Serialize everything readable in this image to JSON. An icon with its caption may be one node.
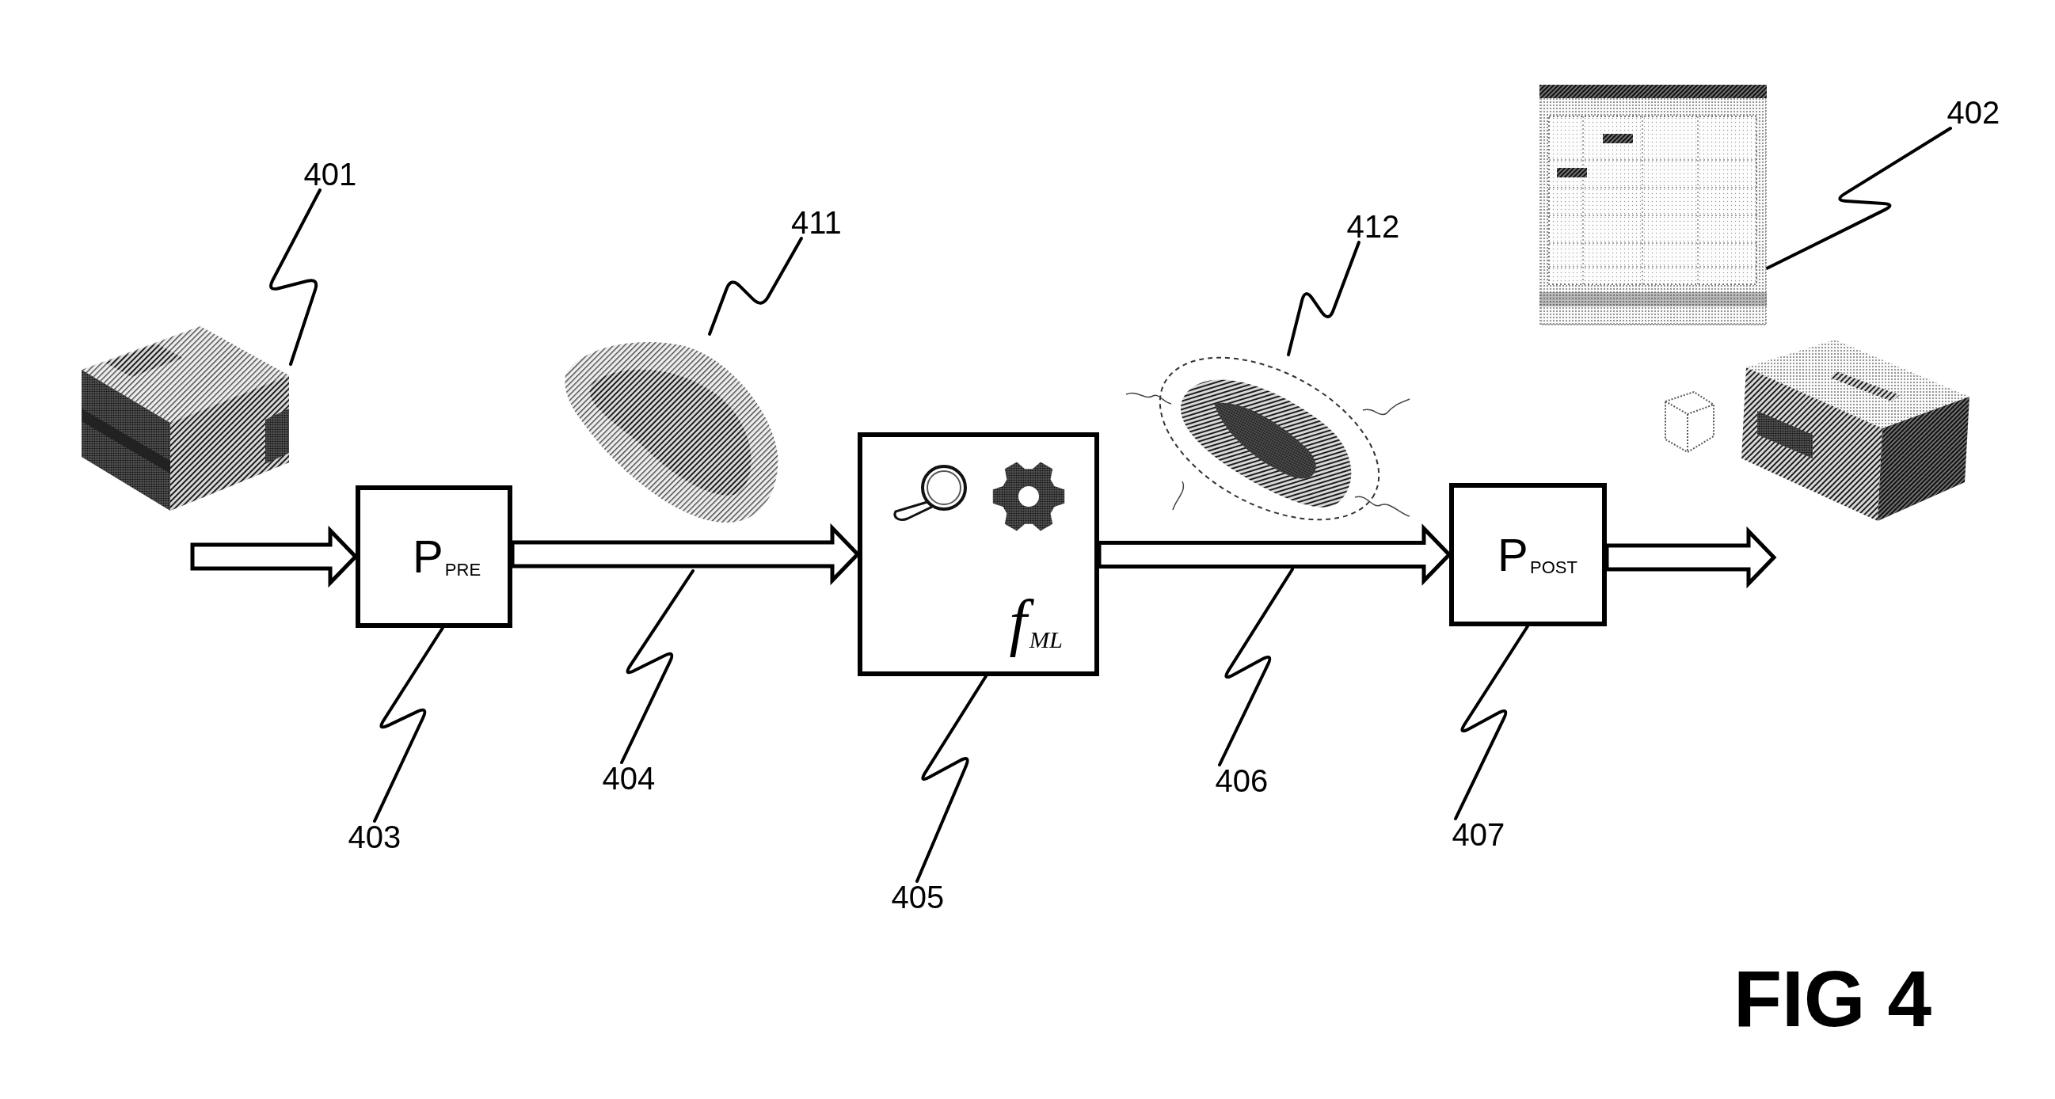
{
  "diagram": {
    "caption": "FIG 4",
    "nodes": [
      {
        "text": [
          "P$_{PRE}$"
        ]
      },
      {
        "text": [
          "f$_{ML}$"
        ]
      },
      {
        "text": [
          "P$_{POST}$"
        ]
      },
      {
        "text": [],
        "shape": "picture"
      },
      {
        "text": [],
        "shape": "picture"
      },
      {
        "text": [],
        "shape": "picture"
      },
      {
        "text": [],
        "shape": "picture"
      },
      {
        "text": [
          "401"
        ]
      },
      {
        "text": [
          "411"
        ]
      },
      {
        "text": [
          "412"
        ]
      },
      {
        "text": [
          "402"
        ]
      },
      {
        "text": [
          "403"
        ]
      },
      {
        "text": [
          "404"
        ]
      },
      {
        "text": [
          "405"
        ]
      },
      {
        "text": [
          "406"
        ]
      },
      {
        "text": [
          "407"
        ]
      }
    ],
    "edges": [
      {
        "from": null,
        "to": 0,
        "arrow": "to",
        "style": "thick"
      },
      {
        "from": 0,
        "to": 1,
        "arrow": "to",
        "style": "thick"
      },
      {
        "from": 1,
        "to": 2,
        "arrow": "to",
        "style": "thick"
      },
      {
        "from": 2,
        "to": null,
        "arrow": "to",
        "style": "thick"
      },
      {
        "from": 7,
        "to": 3,
        "arrow": "none"
      },
      {
        "from": 8,
        "to": 4,
        "arrow": "none"
      },
      {
        "from": 9,
        "to": 5,
        "arrow": "none"
      },
      {
        "from": 10,
        "to": 6,
        "arrow": "none"
      },
      {
        "from": 11,
        "to": 0,
        "arrow": "none"
      },
      {
        "from": 12,
        "to": null,
        "arrow": "none"
      },
      {
        "from": 13,
        "to": 1,
        "arrow": "none"
      },
      {
        "from": 14,
        "to": null,
        "arrow": "none"
      },
      {
        "from": 15,
        "to": 2,
        "arrow": "none"
      }
    ]
  }
}
